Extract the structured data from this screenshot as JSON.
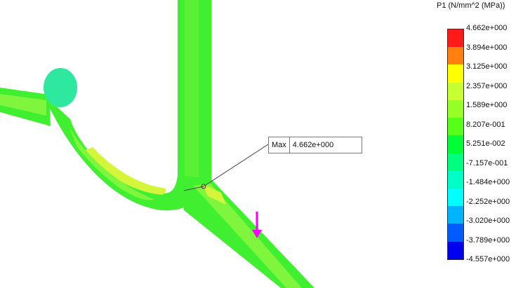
{
  "legend": {
    "title": "P1 (N/mm^2 (MPa))",
    "ticks": [
      "4.662e+000",
      "3.894e+000",
      "3.125e+000",
      "2.357e+000",
      "1.589e+000",
      "8.207e-001",
      "5.251e-002",
      "-7.157e-001",
      "-1.484e+000",
      "-2.252e+000",
      "-3.020e+000",
      "-3.789e+000",
      "-4.557e+000"
    ],
    "colors": [
      "#ff1a1a",
      "#ff7f0f",
      "#ffff00",
      "#c8ff33",
      "#96ff26",
      "#57ff19",
      "#00ff37",
      "#00ff7f",
      "#00ffc6",
      "#00ffff",
      "#00b4ff",
      "#005cff",
      "#0000f0"
    ]
  },
  "probe": {
    "key": "Max",
    "value": "4.662e+000"
  },
  "model_colors": {
    "base": "#40f030",
    "light": "#7ff53d",
    "highlight": "#d5f53a",
    "cyan": "#2ee8a0"
  },
  "load_arrow_color": "#ff00ff"
}
